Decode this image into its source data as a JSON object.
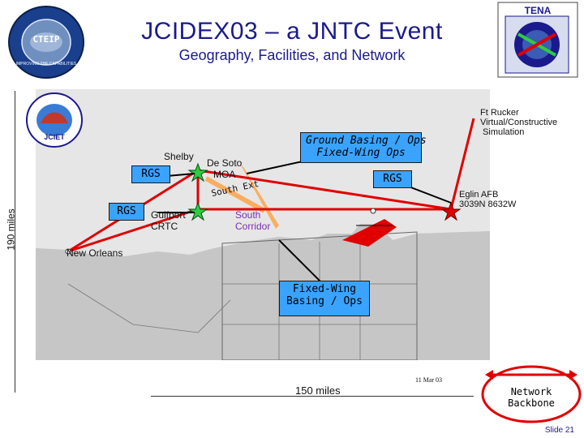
{
  "slide": {
    "title": "JCIDEX03 – a JNTC Event",
    "subtitle": "Geography, Facilities, and Network",
    "slide_number": "Slide 21",
    "date": "11 Mar 03"
  },
  "logos": {
    "ctep_ring_text": "IMPROVING THE CAPABILITIES",
    "ctep_center": "CTEIP",
    "tena_text": "TENA",
    "jciet_text": "JCIET"
  },
  "scale": {
    "vertical": "190 miles",
    "horizontal": "150 miles"
  },
  "places": {
    "shelby": "Shelby",
    "desoto": "De Soto\nMOA",
    "gulfport": "Gulfport\nCRTC",
    "new_orleans": "New Orleans",
    "eglin": "Eglin AFB\n3039N 8632W",
    "ft_rucker": "Ft Rucker\nVirtual/Constructive\n Simulation",
    "south_corridor": "South\nCorridor",
    "south_ext": "South Ext"
  },
  "callouts": {
    "rgs_1": "RGS",
    "rgs_2": "RGS",
    "rgs_3": "RGS",
    "ground_basing": "Ground Basing / Ops\nFixed-Wing Ops",
    "fixed_wing": "Fixed-Wing\nBasing / Ops"
  },
  "legend": {
    "network_backbone": "Network\nBackbone"
  },
  "colors": {
    "title": "#1a1a8c",
    "badge": "#3aa3ff",
    "network": "#e00000",
    "legend_fill": "#ffffff"
  }
}
